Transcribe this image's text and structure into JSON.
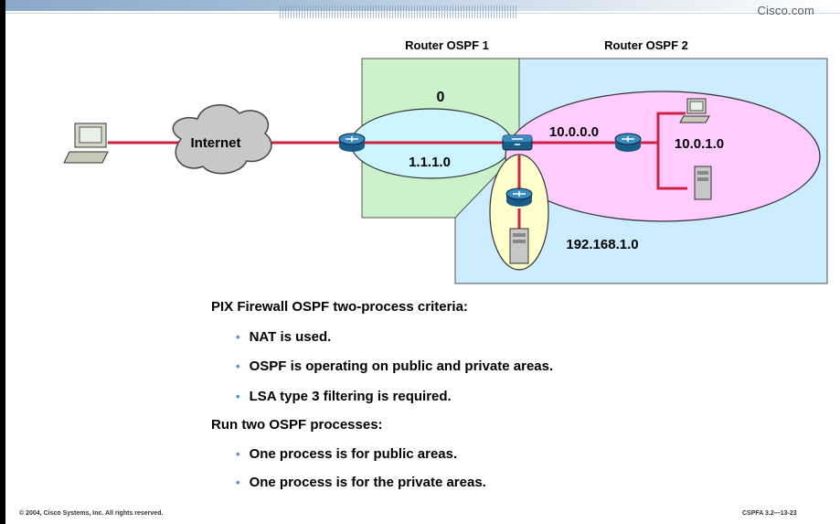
{
  "header": {
    "brand": "Cisco.com"
  },
  "diagram": {
    "labels": {
      "router_ospf_1": "Router OSPF 1",
      "router_ospf_2": "Router OSPF 2",
      "area_0": "0",
      "internet": "Internet",
      "net_1110": "1.1.1.0",
      "net_10000": "10.0.0.0",
      "net_10010": "10.0.1.0",
      "net_192": "192.168.1.0"
    },
    "colors": {
      "ospf1_area": "#ccf2cc",
      "ospf2_area": "#ccecff",
      "area0_ellipse": "#ccf5ff",
      "private_ellipse": "#ffccff",
      "dmz_ellipse": "#ffffcc",
      "link": "#cc2244",
      "router": "#1f6f9f"
    },
    "icons": [
      "pc-icon",
      "cloud-icon",
      "router-icon",
      "pix-firewall-icon",
      "server-icon"
    ]
  },
  "content": {
    "heading1": "PIX Firewall OSPF two-process criteria:",
    "bullets1": [
      "NAT is used.",
      "OSPF is operating on public and private areas.",
      "LSA type 3 filtering is required."
    ],
    "heading2": "Run two OSPF processes:",
    "bullets2": [
      "One process is for public areas.",
      "One process is for the private areas."
    ],
    "bullet_char": "•"
  },
  "footer": {
    "copyright": "© 2004, Cisco Systems, Inc. All rights reserved.",
    "code": "CSPFA 3.2—13-23"
  }
}
